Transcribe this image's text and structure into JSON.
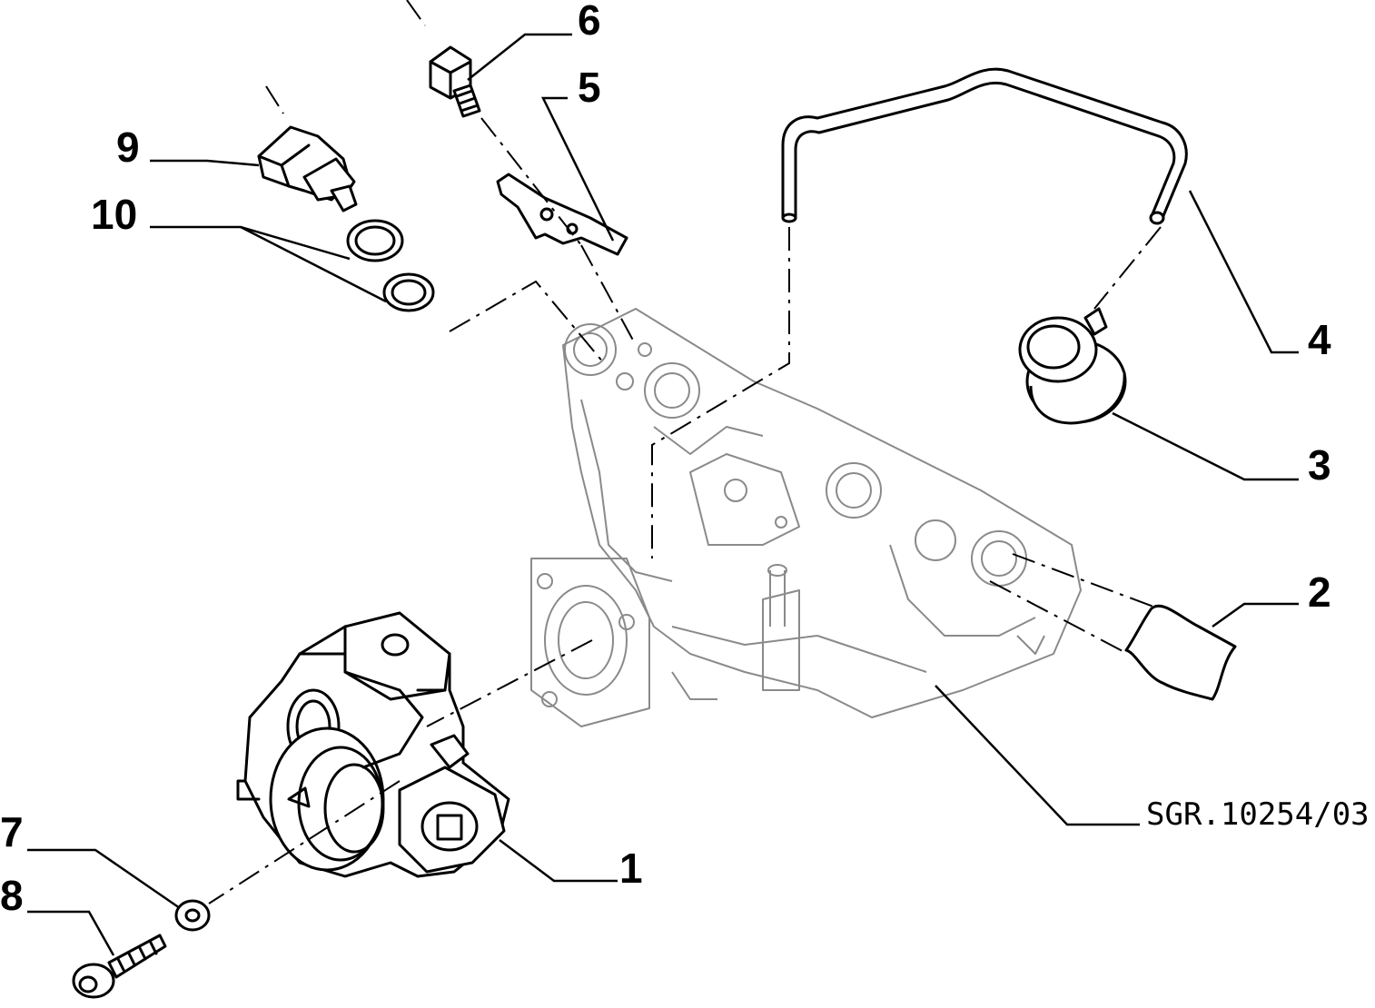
{
  "callouts": {
    "c1": "1",
    "c2": "2",
    "c3": "3",
    "c4": "4",
    "c5": "5",
    "c6": "6",
    "c7": "7",
    "c8": "8",
    "c9": "9",
    "c10": "10"
  },
  "reference": "SGR.10254/03"
}
